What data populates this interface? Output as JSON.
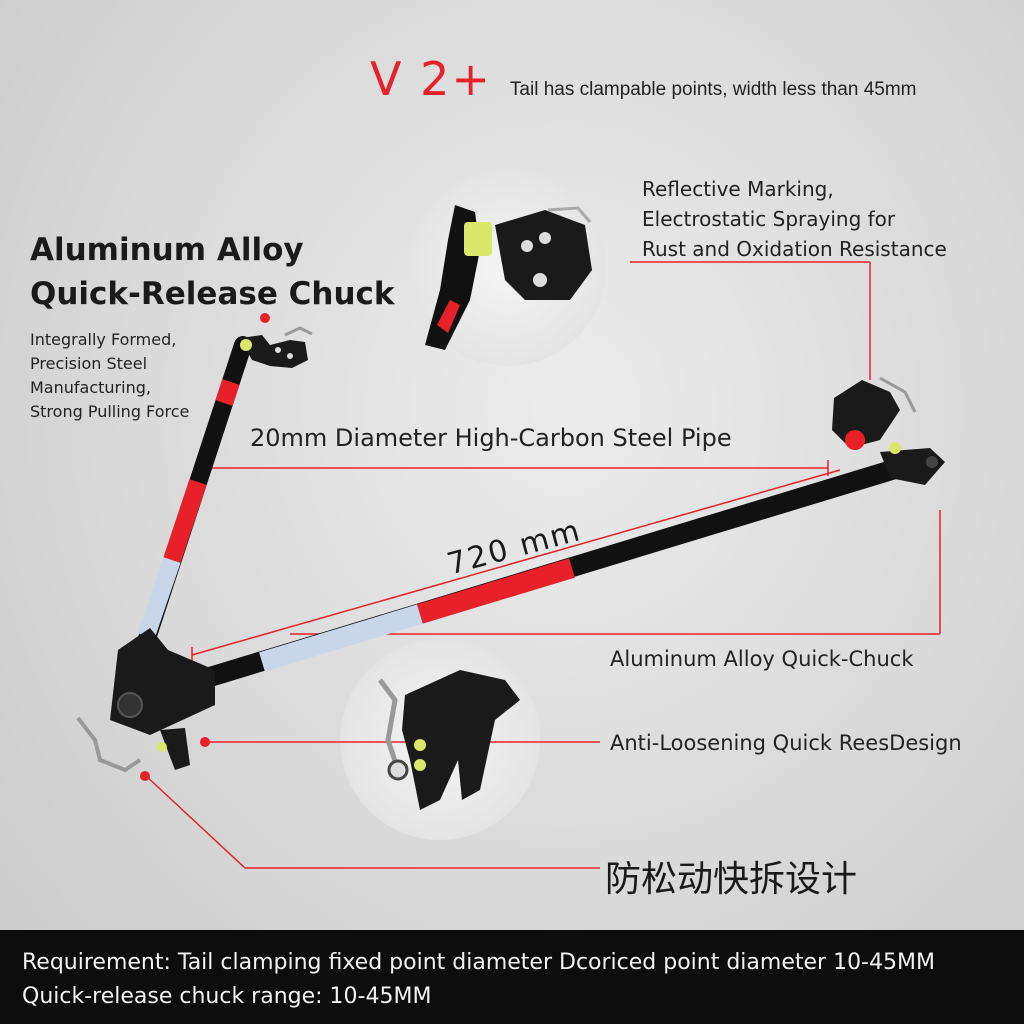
{
  "header": {
    "model": "V 2+",
    "subtitle": "Tail has clampable points, width less than 45mm"
  },
  "title": {
    "line1": "Aluminum Alloy",
    "line2": "Quick-Release Chuck"
  },
  "features_left": [
    "Integrally Formed,",
    "Precision Steel",
    "Manufacturing,",
    "Strong Pulling Force"
  ],
  "reflective": [
    "Reflective Marking,",
    "Electrostatic Spraying for",
    "Rust and Oxidation Resistance"
  ],
  "pipe_label": "20mm Diameter High-Carbon Steel Pipe",
  "length_label": "720 mm",
  "quick_chuck_label": "Aluminum Alloy Quick-Chuck",
  "anti_loosening_label": "Anti-Loosening Quick ReesDesign",
  "chinese_label": "防松动快拆设计",
  "footer": {
    "line1": "Requirement: Tail clamping fixed point diameter   Dcoriced point diameter 10-45MM",
    "line2": "Quick-release chuck range: 10-45MM"
  },
  "colors": {
    "accent_red": "#e8202a",
    "tube_black": "#111111",
    "reflective_blue": "#c9d6ea",
    "footer_bg": "#0d0d0d"
  },
  "icons": [
    "quick-release-clamp-icon",
    "hinge-joint-icon",
    "tow-bar-icon"
  ]
}
